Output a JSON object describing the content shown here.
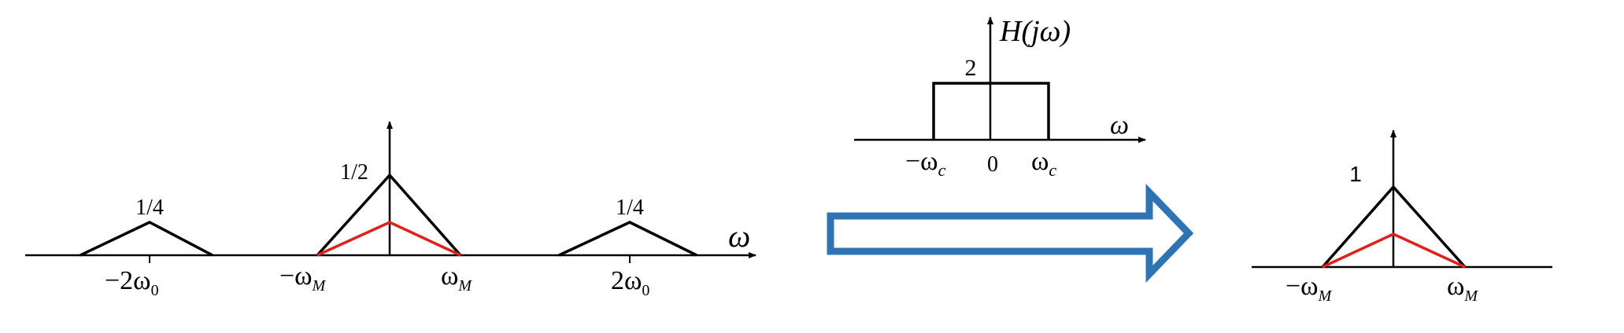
{
  "left_spectrum": {
    "axis_label": "ω",
    "peak_labels": [
      "1/4",
      "1/2",
      "1/4"
    ],
    "tick_labels": {
      "neg_2w0": "−2ω",
      "neg_2w0_sub": "0",
      "neg_wM": "−ω",
      "neg_wM_sub": "M",
      "wM": "ω",
      "wM_sub": "M",
      "pos_2w0": "2ω",
      "pos_2w0_sub": "0"
    }
  },
  "filter": {
    "title": "H(jω)",
    "amplitude": "2",
    "axis_label": "ω",
    "tick_labels": {
      "neg_wc": "−ω",
      "neg_wc_sub": "c",
      "zero": "0",
      "wc": "ω",
      "wc_sub": "c"
    }
  },
  "arrow": {
    "color": "#2E74B5"
  },
  "output_spectrum": {
    "peak_label": "1",
    "tick_labels": {
      "neg_wM": "−ω",
      "neg_wM_sub": "M",
      "wM": "ω",
      "wM_sub": "M"
    }
  },
  "colors": {
    "line": "#000000",
    "red_spectrum": "#E0201B"
  }
}
